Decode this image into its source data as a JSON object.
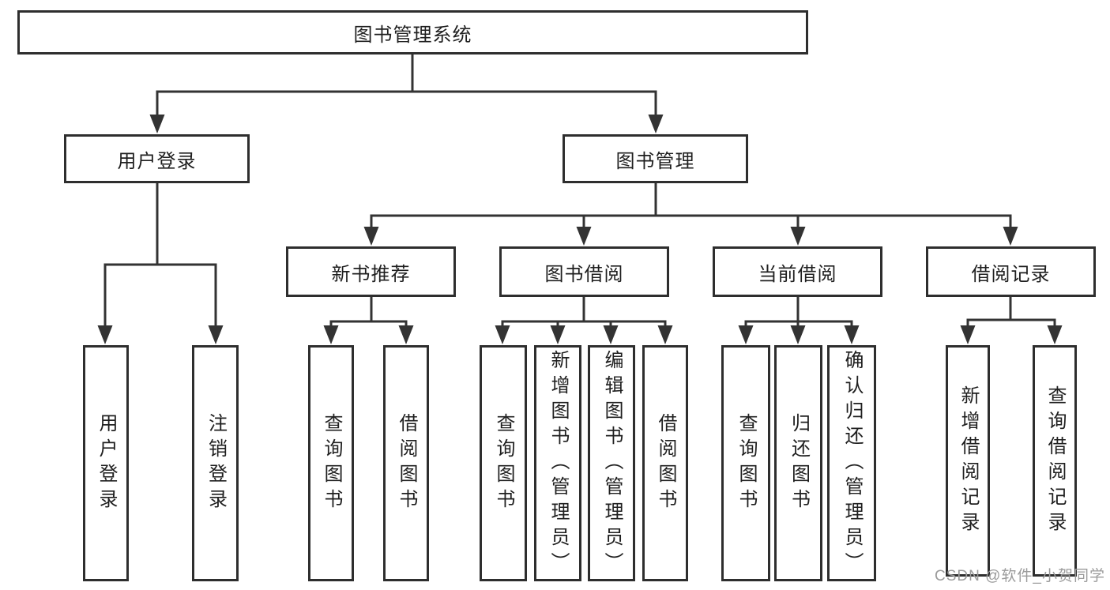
{
  "diagram": {
    "root": {
      "label": "图书管理系统"
    },
    "branches": [
      {
        "label": "用户登录",
        "children": [
          {
            "label": "用户登录"
          },
          {
            "label": "注销登录"
          }
        ]
      },
      {
        "label": "图书管理",
        "children": [
          {
            "label": "新书推荐",
            "children": [
              {
                "label": "查询图书"
              },
              {
                "label": "借阅图书"
              }
            ]
          },
          {
            "label": "图书借阅",
            "children": [
              {
                "label": "查询图书"
              },
              {
                "label": "新增图书（管理员）"
              },
              {
                "label": "编辑图书（管理员）"
              },
              {
                "label": "借阅图书"
              }
            ]
          },
          {
            "label": "当前借阅",
            "children": [
              {
                "label": "查询图书"
              },
              {
                "label": "归还图书"
              },
              {
                "label": "确认归还（管理员）"
              }
            ]
          },
          {
            "label": "借阅记录",
            "children": [
              {
                "label": "新增借阅记录"
              },
              {
                "label": "查询借阅记录"
              }
            ]
          }
        ]
      }
    ],
    "watermark": "CSDN @软件_小贺同学",
    "colors": {
      "line": "#333333",
      "box_border": "#2e2e2e",
      "box_background": "#ffffff",
      "text": "#1f1f1f",
      "watermark": "#9b9b9b",
      "page_background": "#ffffff"
    }
  }
}
